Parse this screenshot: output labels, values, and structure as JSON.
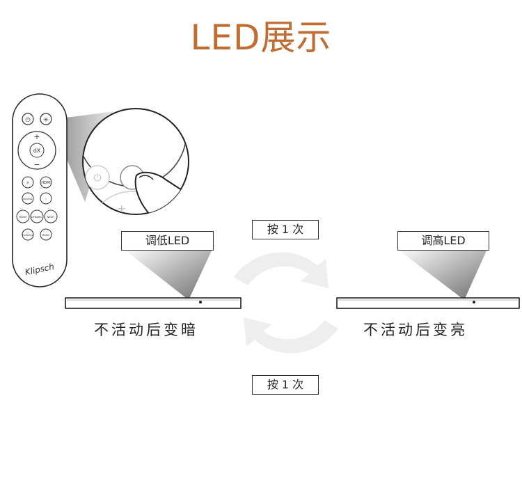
{
  "title": "LED展示",
  "press_once_top": "按 1 次",
  "press_once_bottom": "按 1 次",
  "left": {
    "label": "调低LED",
    "caption": "不活动后变暗"
  },
  "right": {
    "label": "调高LED",
    "caption": "不活动后变亮"
  },
  "remote": {
    "power_icon": "power-icon",
    "brightness_icon": "brightness-icon",
    "mute_label": "dX",
    "plus": "+",
    "minus": "−",
    "buttons": [
      "n",
      "HDMI",
      "DIGITAL",
      "bluetooth",
      "MOVIE",
      "DYNAMIC",
      "NIGHT",
      "CLRVOCL",
      "MUSIC"
    ],
    "logo": "Klipsch"
  },
  "colors": {
    "accent": "#c06c33",
    "arrow": "#eeeeee",
    "line": "#222222"
  }
}
